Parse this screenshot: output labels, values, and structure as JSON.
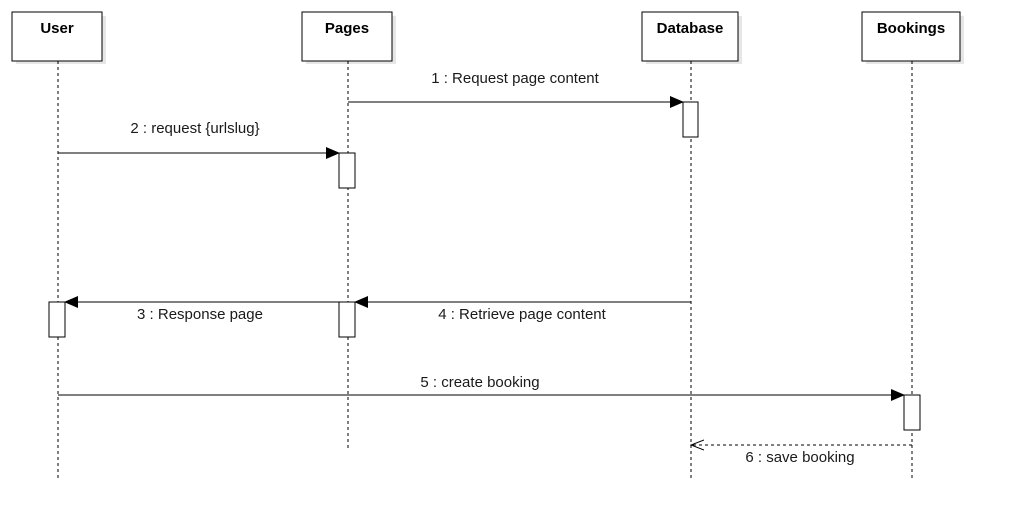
{
  "actors": [
    {
      "id": "user",
      "label": "User"
    },
    {
      "id": "pages",
      "label": "Pages"
    },
    {
      "id": "database",
      "label": "Database"
    },
    {
      "id": "bookings",
      "label": "Bookings"
    }
  ],
  "messages": [
    {
      "id": "m1",
      "label": "1 : Request page content",
      "from": "pages",
      "to": "database",
      "style": "sync"
    },
    {
      "id": "m2",
      "label": "2 : request {urlslug}",
      "from": "user",
      "to": "pages",
      "style": "sync"
    },
    {
      "id": "m3",
      "label": "3 : Response page",
      "from": "pages",
      "to": "user",
      "style": "sync"
    },
    {
      "id": "m4",
      "label": "4 : Retrieve page content",
      "from": "database",
      "to": "pages",
      "style": "sync"
    },
    {
      "id": "m5",
      "label": "5 : create booking",
      "from": "user",
      "to": "bookings",
      "style": "sync"
    },
    {
      "id": "m6",
      "label": "6 : save booking",
      "from": "bookings",
      "to": "database",
      "style": "return"
    }
  ],
  "colors": {
    "stroke": "#000000",
    "shadow": "#e6e6e6",
    "fill": "#ffffff"
  }
}
